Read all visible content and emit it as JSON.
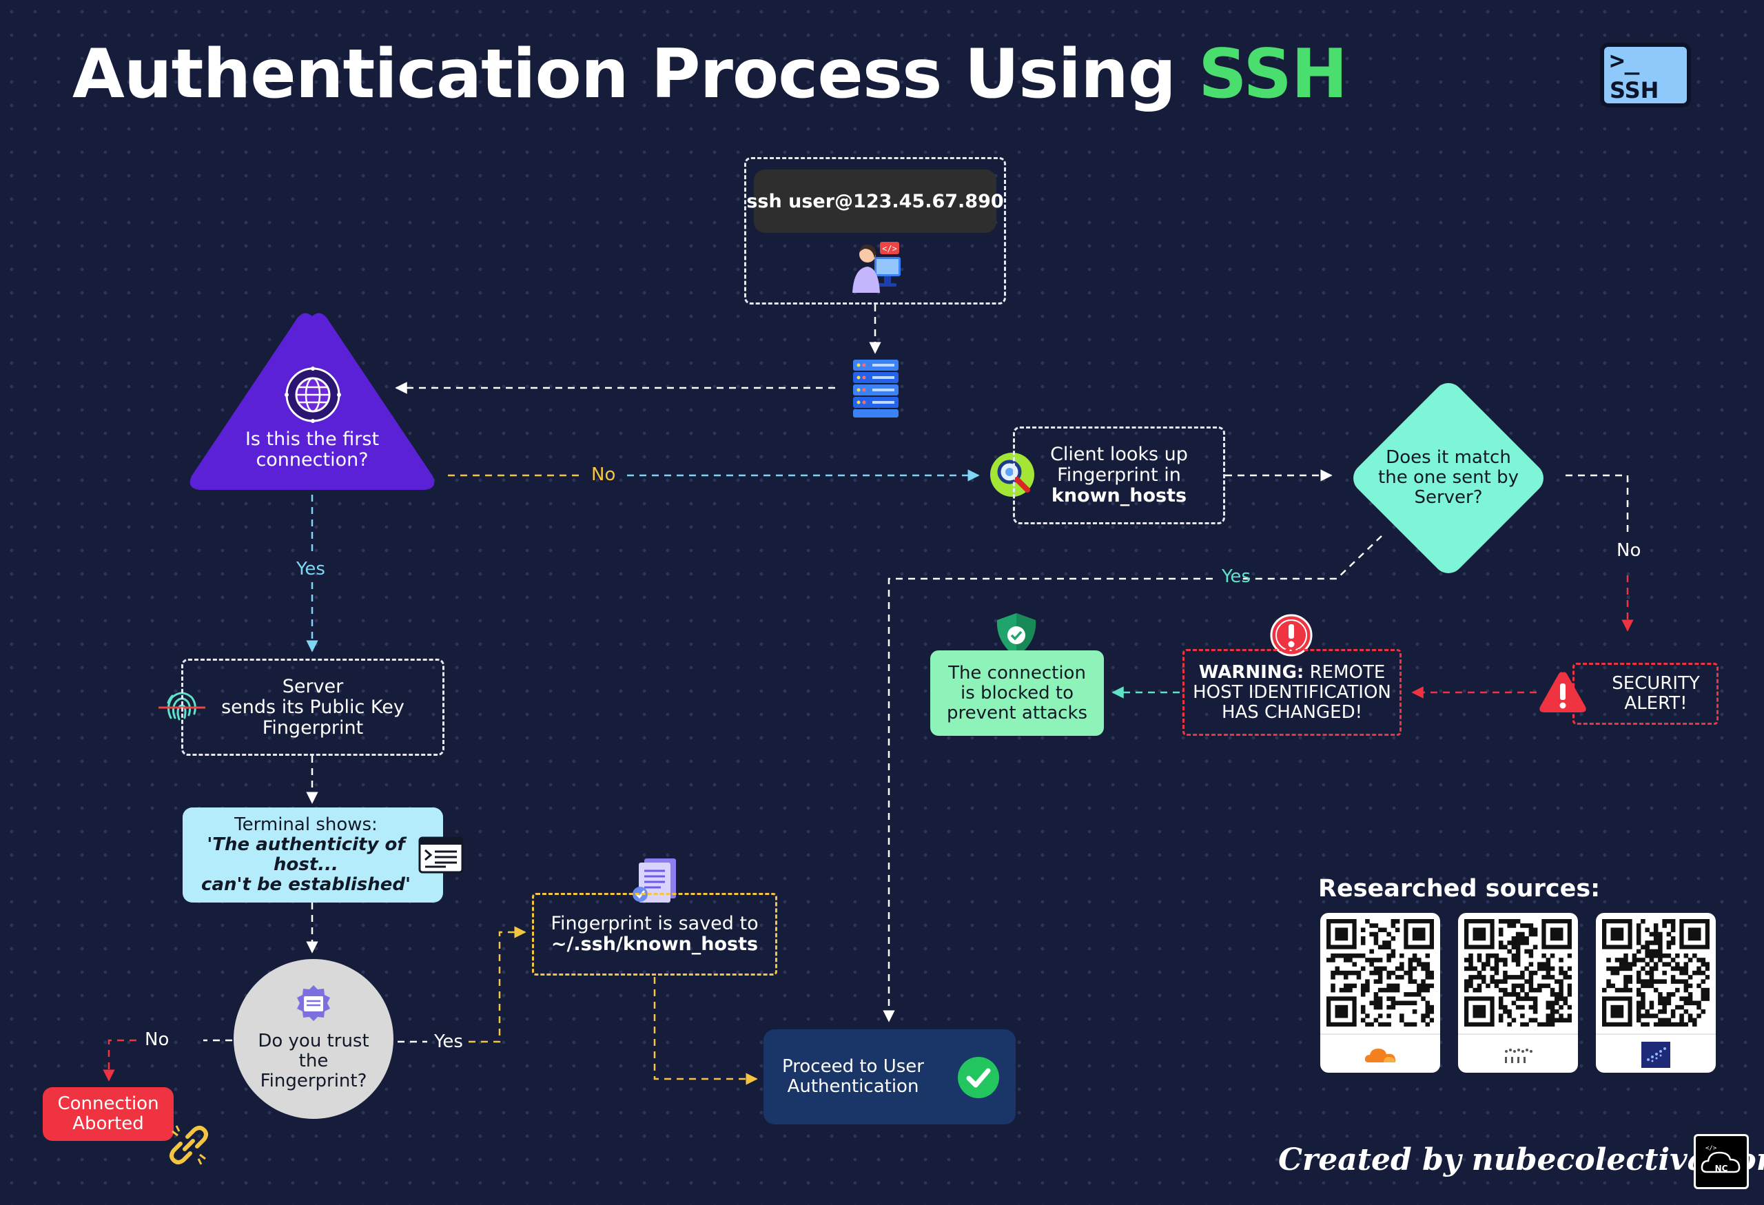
{
  "title": {
    "main": "Authentication Process Using ",
    "highlight": "SSH"
  },
  "header_badge": {
    "prompt": ">_",
    "label": "SSH"
  },
  "command": {
    "text": "ssh user@123.45.67.890"
  },
  "nodes": {
    "first_connection": "Is this the first connection?",
    "lookup": {
      "line1": "Client looks up",
      "line2": "Fingerprint in",
      "line3": "known_hosts"
    },
    "match": "Does it match the one sent by Server?",
    "server_sends": {
      "line1": "Server",
      "line2": "sends its Public Key",
      "line3": "Fingerprint"
    },
    "terminal": {
      "line1": "Terminal shows:",
      "line2": "'The authenticity of host...",
      "line3": "can't be established'"
    },
    "trust": "Do you trust the Fingerprint?",
    "saved": {
      "line1": "Fingerprint is saved to",
      "line2": "~/.ssh/known_hosts"
    },
    "proceed": "Proceed to User Authentication",
    "blocked": "The connection is blocked to prevent attacks",
    "warning": {
      "bold": "WARNING:",
      "rest1": " REMOTE",
      "line2": "HOST IDENTIFICATION",
      "line3": "HAS CHANGED!"
    },
    "security": {
      "line1": "SECURITY",
      "line2": "ALERT!"
    },
    "aborted": {
      "line1": "Connection",
      "line2": "Aborted"
    }
  },
  "edge_labels": {
    "no": "No",
    "yes": "Yes"
  },
  "sources": {
    "heading": "Researched sources:"
  },
  "footer": {
    "credit": "Created by nubecolectiva.com",
    "logo": "NC"
  },
  "colors": {
    "background": "#161d3a",
    "purple": "#5b21d6",
    "mint": "#7ff5d8",
    "light_blue": "#b5ecfb",
    "light_green": "#8ef3b9",
    "red": "#ef3340",
    "green": "#4ade6e",
    "yellow": "#f5c542",
    "proceed": "#1a3567"
  }
}
